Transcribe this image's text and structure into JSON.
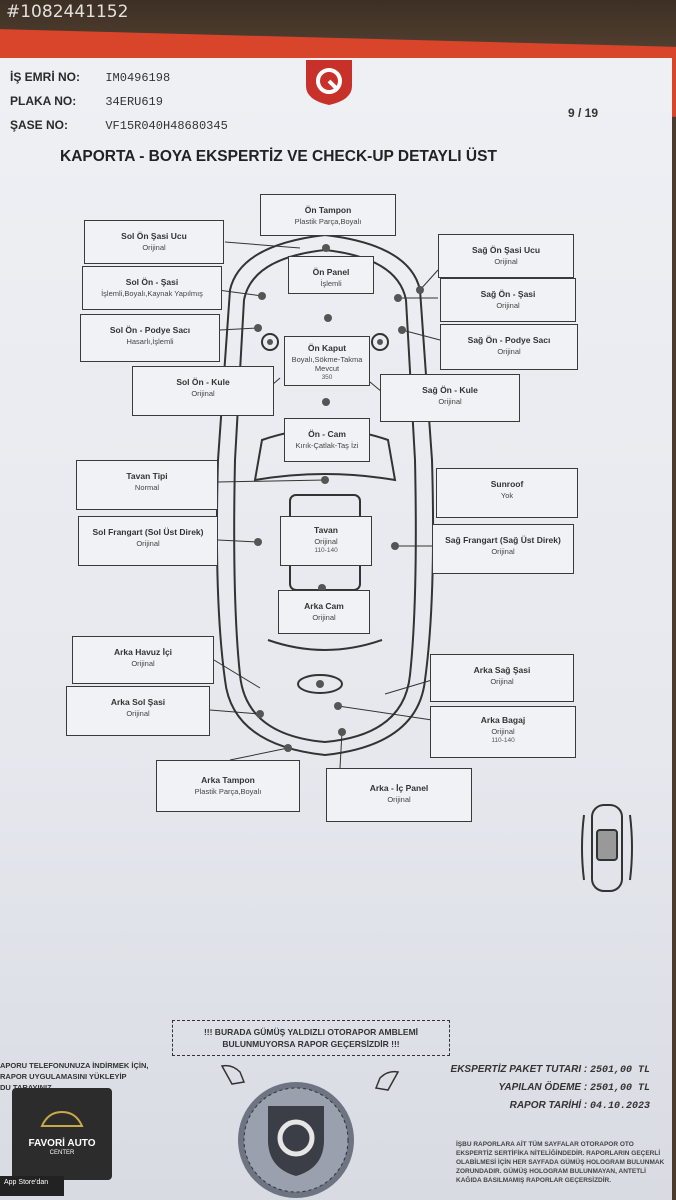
{
  "watermark_id": "#1082441152",
  "header": {
    "is_emri_label": "İŞ EMRİ NO:",
    "is_emri_value": "IM0496198",
    "plaka_label": "PLAKA NO:",
    "plaka_value": "34ERU619",
    "sase_label": "ŞASE NO:",
    "sase_value": "VF15R040H48680345",
    "page_no": "9 / 19"
  },
  "title": "KAPORTA - BOYA EKSPERTİZ VE CHECK-UP DETAYLI ÜST",
  "parts": [
    {
      "id": "on-tampon",
      "name": "Ön Tampon",
      "status": "Plastik Parça,Boyalı"
    },
    {
      "id": "sol-on-sasi-ucu",
      "name": "Sol Ön Şasi Ucu",
      "status": "Orijinal"
    },
    {
      "id": "sag-on-sasi-ucu",
      "name": "Sağ Ön Şasi Ucu",
      "status": "Orijinal"
    },
    {
      "id": "on-panel",
      "name": "Ön Panel",
      "status": "İşlemli"
    },
    {
      "id": "sol-on-sasi",
      "name": "Sol Ön - Şasi",
      "status": "İşlemli,Boyalı,Kaynak Yapılmış"
    },
    {
      "id": "sag-on-sasi",
      "name": "Sağ Ön - Şasi",
      "status": "Orijinal"
    },
    {
      "id": "sol-on-podye",
      "name": "Sol Ön - Podye Sacı",
      "status": "Hasarlı,İşlemli"
    },
    {
      "id": "sag-on-podye",
      "name": "Sağ Ön - Podye Sacı",
      "status": "Orijinal"
    },
    {
      "id": "on-kaput",
      "name": "Ön Kaput",
      "status": "Boyalı,Sökme-Takma Mevcut",
      "thickness": "350"
    },
    {
      "id": "sol-on-kule",
      "name": "Sol Ön - Kule",
      "status": "Orijinal"
    },
    {
      "id": "sag-on-kule",
      "name": "Sağ Ön - Kule",
      "status": "Orijinal"
    },
    {
      "id": "on-cam",
      "name": "Ön - Cam",
      "status": "Kırık-Çatlak-Taş İzi"
    },
    {
      "id": "tavan-tipi",
      "name": "Tavan Tipi",
      "status": "Normal"
    },
    {
      "id": "sunroof",
      "name": "Sunroof",
      "status": "Yok"
    },
    {
      "id": "sol-frangart",
      "name": "Sol Frangart (Sol Üst Direk)",
      "status": "Orijinal"
    },
    {
      "id": "tavan",
      "name": "Tavan",
      "status": "Orijinal",
      "thickness": "110-140"
    },
    {
      "id": "sag-frangart",
      "name": "Sağ Frangart (Sağ Üst Direk)",
      "status": "Orijinal"
    },
    {
      "id": "arka-cam",
      "name": "Arka Cam",
      "status": "Orijinal"
    },
    {
      "id": "arka-havuz-ici",
      "name": "Arka Havuz İçi",
      "status": "Orijinal"
    },
    {
      "id": "arka-sag-sasi",
      "name": "Arka Sağ Şasi",
      "status": "Orijinal"
    },
    {
      "id": "arka-sol-sasi",
      "name": "Arka Sol Şasi",
      "status": "Orijinal"
    },
    {
      "id": "arka-bagaj",
      "name": "Arka Bagaj",
      "status": "Orijinal",
      "thickness": "110-140"
    },
    {
      "id": "arka-tampon",
      "name": "Arka Tampon",
      "status": "Plastik Parça,Boyalı"
    },
    {
      "id": "arka-ic-panel",
      "name": "Arka - İç Panel",
      "status": "Orijinal"
    }
  ],
  "notice": {
    "line1": "!!! BURADA GÜMÜŞ YALDIZLI OTORAPOR AMBLEMİ",
    "line2": "BULUNMUYORSA RAPOR GEÇERSİZDİR !!!"
  },
  "left_note": {
    "line1": "APORU TELEFONUNUZA İNDİRMEK İÇİN,",
    "line2": "RAPOR UYGULAMASINI YÜKLEYİP",
    "line3": "DU TARAYINIZ."
  },
  "financials": {
    "paket_label": "EKSPERTİZ PAKET TUTARI :",
    "paket_value": "2501,00 TL",
    "odeme_label": "YAPILAN ÖDEME :",
    "odeme_value": "2501,00 TL",
    "tarih_label": "RAPOR TARİHİ :",
    "tarih_value": "04.10.2023"
  },
  "footer_text": "İŞBU RAPORLARA AİT TÜM SAYFALAR OTORAPOR OTO EKSPERTİZ SERTİFİKA NİTELİĞİNDEDİR. RAPORLARIN GEÇERLİ OLABİLMESİ İÇİN HER SAYFADA GÜMÜŞ HOLOGRAM BULUNMAK ZORUNDADIR. GÜMÜŞ HOLOGRAM BULUNMAYAN, ANTETLİ KAĞIDA BASILMAMIŞ RAPORLAR GEÇERSİZDİR.",
  "badge": {
    "name": "FAVORİ AUTO",
    "sub": "CENTER"
  },
  "store_label": "App Store'dan",
  "colors": {
    "folder": "#d9452b",
    "paper": "#eef0f4",
    "box_border": "#3a3a3a",
    "logo_red": "#c8302a"
  }
}
